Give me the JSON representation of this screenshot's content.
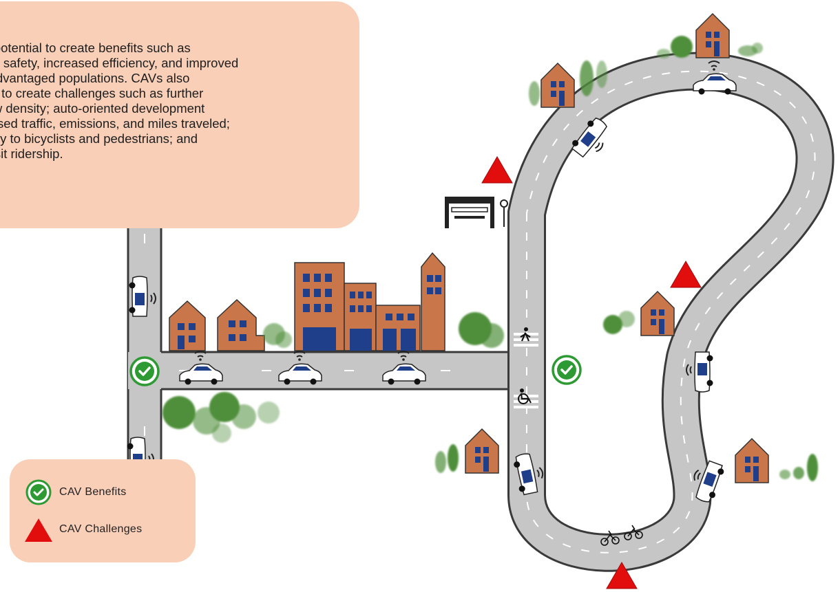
{
  "description_lines": [
    "the potential to create benefits such as",
    "raffic safety, increased efficiency, and improved",
    " disadvantaged populations. CAVs also",
    "bility to create challenges such as further",
    "g low density; auto-oriented development",
    "creased traffic, emissions, and miles traveled;",
    "safety to bicyclists and pedestrians; and",
    "transit ridership."
  ],
  "legend": {
    "benefits_label": "CAV Benefits",
    "challenges_label": "CAV Challenges"
  },
  "colors": {
    "road": "#c6c6c6",
    "road_edge": "#3a3a3a",
    "panel": "#f9cfb8",
    "benefit_green": "#2e9a33",
    "challenge_red": "#e20e0e",
    "building": "#c8764a",
    "window": "#1f3f8a",
    "tree": "#4f8f3a"
  }
}
